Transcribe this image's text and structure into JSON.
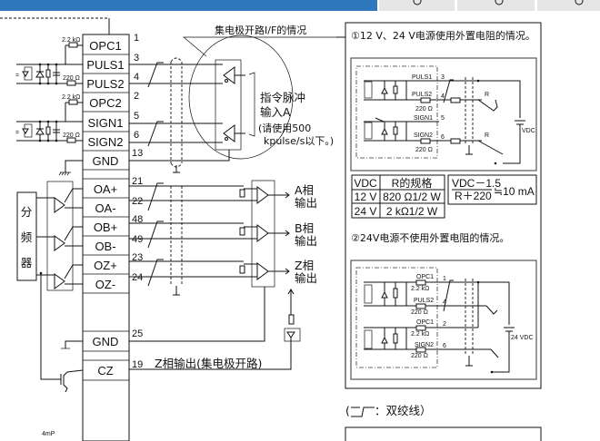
{
  "colors": {
    "header_blue": "#2f78bd",
    "tab_gray": "#e6e6e6"
  },
  "header": {
    "tabs": [
      "",
      "",
      ""
    ]
  },
  "left": {
    "title": "集电极开路I/F的情况",
    "resistors": {
      "r1": "2.2 kΩ",
      "r2": "220 Ω",
      "r3": "2.2 kΩ",
      "r4": "220 Ω"
    },
    "connector": {
      "rows": [
        {
          "label": "OPC1",
          "pin": "1"
        },
        {
          "label": "PULS1",
          "pin": "3"
        },
        {
          "label": "PULS2",
          "pin": "4"
        },
        {
          "label": "OPC2",
          "pin": "2"
        },
        {
          "label": "SIGN1",
          "pin": "5"
        },
        {
          "label": "SIGN2",
          "pin": "6"
        },
        {
          "label": "GND",
          "pin": "13"
        },
        {
          "label": "OA+",
          "pin": "21"
        },
        {
          "label": "OA-",
          "pin": "22"
        },
        {
          "label": "OB+",
          "pin": "48"
        },
        {
          "label": "OB-",
          "pin": "49"
        },
        {
          "label": "OZ+",
          "pin": "23"
        },
        {
          "label": "OZ-",
          "pin": "24"
        },
        {
          "label": "GND",
          "pin": "25"
        },
        {
          "label": "CZ",
          "pin": "19"
        }
      ]
    },
    "command_input": {
      "line1": "指令脉冲",
      "line2": "输入A",
      "line3": "(请使用500",
      "line4": "kpulse/s以下。)"
    },
    "divider": {
      "c1": "分",
      "c2": "频",
      "c3": "器"
    },
    "outputs": [
      {
        "l1": "A相",
        "l2": "输出"
      },
      {
        "l1": "B相",
        "l2": "输出"
      },
      {
        "l1": "Z相",
        "l2": "输出"
      }
    ],
    "z_open_collector": "Z相输出(集电极开路)",
    "bottom_fragment": "4mP"
  },
  "right": {
    "case1": {
      "title": "①12 V、24 V电源使用外置电阻的情况。",
      "labels": {
        "puls1": "PULS1",
        "puls2": "PULS2",
        "sign1": "SIGN1",
        "sign2": "SIGN2",
        "r220a": "220 Ω",
        "r220b": "220 Ω",
        "p3": "3",
        "p4": "4",
        "p5": "5",
        "p6": "6",
        "ra": "R",
        "rb": "R",
        "vdc": "VDC"
      },
      "table": {
        "headers": [
          "VDC",
          "R的规格"
        ],
        "rows": [
          [
            "12 V",
            "820 Ω1/2 W"
          ],
          [
            "24 V",
            "2 kΩ1/2 W"
          ]
        ]
      },
      "formula": {
        "numerator": "VDC－1.5",
        "denominator": "R＋220",
        "result": "≒10 mA"
      }
    },
    "case2": {
      "title": "②24V电源不使用外置电阻的情况。",
      "labels": {
        "opc1a": "OPC1",
        "puls2": "PULS2",
        "opc1b": "OPC1",
        "sign2": "SIGN2",
        "r22a": "2.2 kΩ",
        "r220a": "220 Ω",
        "r22b": "2.2 kΩ",
        "r220b": "220 Ω",
        "p1": "1",
        "p4": "4",
        "p2": "2",
        "p6": "6",
        "vdc": "24 VDC"
      }
    },
    "legend": {
      "text": "：双绞线）",
      "open": "("
    }
  }
}
